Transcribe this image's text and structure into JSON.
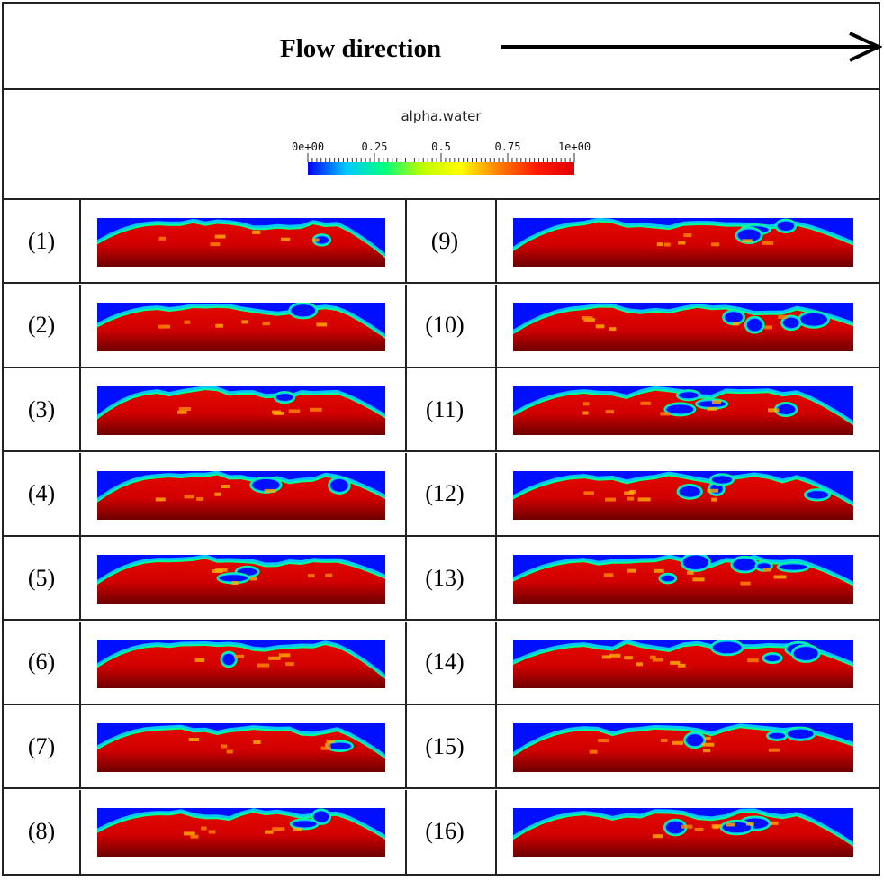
{
  "header": {
    "title": "Flow direction"
  },
  "legend": {
    "title": "alpha.water",
    "ticks": [
      {
        "label": "0e+00",
        "value": 0.0
      },
      {
        "label": "0.25",
        "value": 0.25
      },
      {
        "label": "0.5",
        "value": 0.5
      },
      {
        "label": "0.75",
        "value": 0.75
      },
      {
        "label": "1e+00",
        "value": 1.0
      }
    ],
    "colormap": [
      "#0000ff",
      "#00c8ff",
      "#00ff7f",
      "#bfff00",
      "#ffff00",
      "#ff8000",
      "#ff1a00",
      "#e00000"
    ]
  },
  "panels": [
    {
      "label": "(1)",
      "waves": 2,
      "pockets": 1
    },
    {
      "label": "(2)",
      "waves": 2,
      "pockets": 1
    },
    {
      "label": "(3)",
      "waves": 2,
      "pockets": 1
    },
    {
      "label": "(4)",
      "waves": 2,
      "pockets": 2
    },
    {
      "label": "(5)",
      "waves": 2,
      "pockets": 2
    },
    {
      "label": "(6)",
      "waves": 2,
      "pockets": 1
    },
    {
      "label": "(7)",
      "waves": 3,
      "pockets": 1
    },
    {
      "label": "(8)",
      "waves": 3,
      "pockets": 2
    },
    {
      "label": "(9)",
      "waves": 3,
      "pockets": 3
    },
    {
      "label": "(10)",
      "waves": 3,
      "pockets": 4
    },
    {
      "label": "(11)",
      "waves": 4,
      "pockets": 4
    },
    {
      "label": "(12)",
      "waves": 4,
      "pockets": 4
    },
    {
      "label": "(13)",
      "waves": 4,
      "pockets": 5
    },
    {
      "label": "(14)",
      "waves": 5,
      "pockets": 4
    },
    {
      "label": "(15)",
      "waves": 4,
      "pockets": 3
    },
    {
      "label": "(16)",
      "waves": 4,
      "pockets": 3
    }
  ]
}
